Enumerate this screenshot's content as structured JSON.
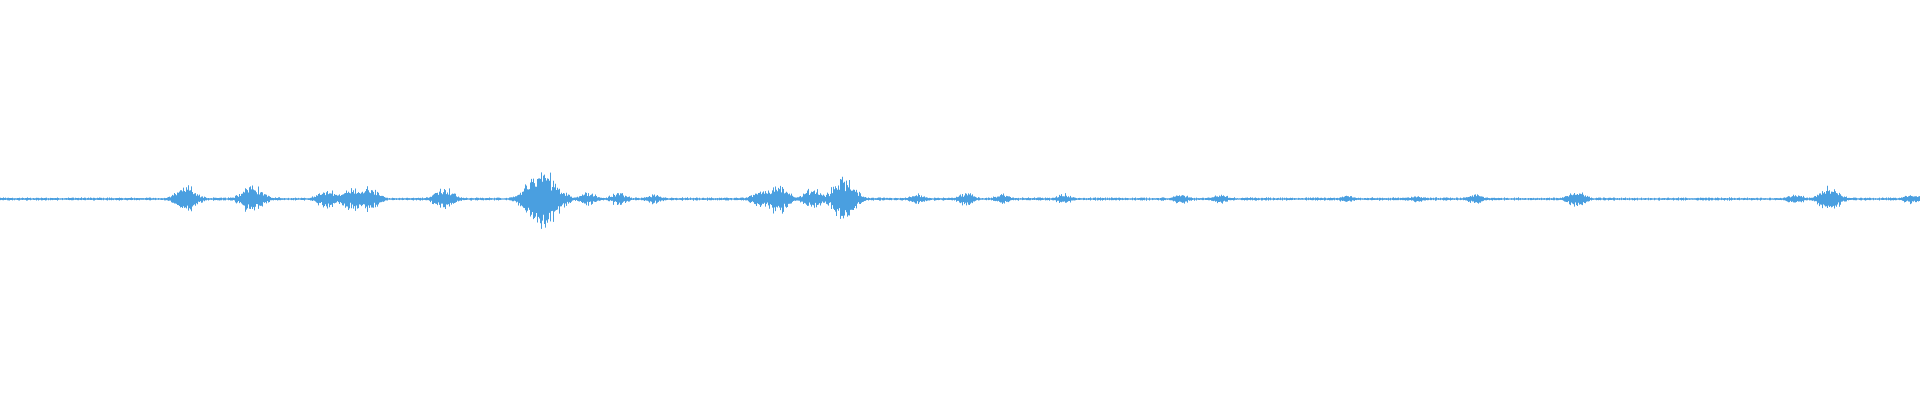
{
  "waveform": {
    "color": "#4a9fe0",
    "background": "#ffffff",
    "bursts": [
      {
        "at": 0.095,
        "amplitude": 0.06
      },
      {
        "at": 0.097,
        "amplitude": 0.08
      },
      {
        "at": 0.131,
        "amplitude": 0.09
      },
      {
        "at": 0.17,
        "amplitude": 0.06
      },
      {
        "at": 0.183,
        "amplitude": 0.07
      },
      {
        "at": 0.192,
        "amplitude": 0.07
      },
      {
        "at": 0.231,
        "amplitude": 0.07
      },
      {
        "at": 0.28,
        "amplitude": 0.14
      },
      {
        "at": 0.283,
        "amplitude": 0.18
      },
      {
        "at": 0.306,
        "amplitude": 0.04
      },
      {
        "at": 0.322,
        "amplitude": 0.04
      },
      {
        "at": 0.34,
        "amplitude": 0.03
      },
      {
        "at": 0.396,
        "amplitude": 0.05
      },
      {
        "at": 0.405,
        "amplitude": 0.09
      },
      {
        "at": 0.423,
        "amplitude": 0.06
      },
      {
        "at": 0.439,
        "amplitude": 0.12
      },
      {
        "at": 0.441,
        "amplitude": 0.09
      },
      {
        "at": 0.478,
        "amplitude": 0.03
      },
      {
        "at": 0.503,
        "amplitude": 0.04
      },
      {
        "at": 0.522,
        "amplitude": 0.03
      },
      {
        "at": 0.554,
        "amplitude": 0.03
      },
      {
        "at": 0.615,
        "amplitude": 0.03
      },
      {
        "at": 0.635,
        "amplitude": 0.03
      },
      {
        "at": 0.701,
        "amplitude": 0.02
      },
      {
        "at": 0.738,
        "amplitude": 0.02
      },
      {
        "at": 0.768,
        "amplitude": 0.03
      },
      {
        "at": 0.82,
        "amplitude": 0.04
      },
      {
        "at": 0.821,
        "amplitude": 0.05
      },
      {
        "at": 0.935,
        "amplitude": 0.03
      },
      {
        "at": 0.952,
        "amplitude": 0.07
      },
      {
        "at": 0.954,
        "amplitude": 0.06
      },
      {
        "at": 0.995,
        "amplitude": 0.03
      }
    ]
  }
}
